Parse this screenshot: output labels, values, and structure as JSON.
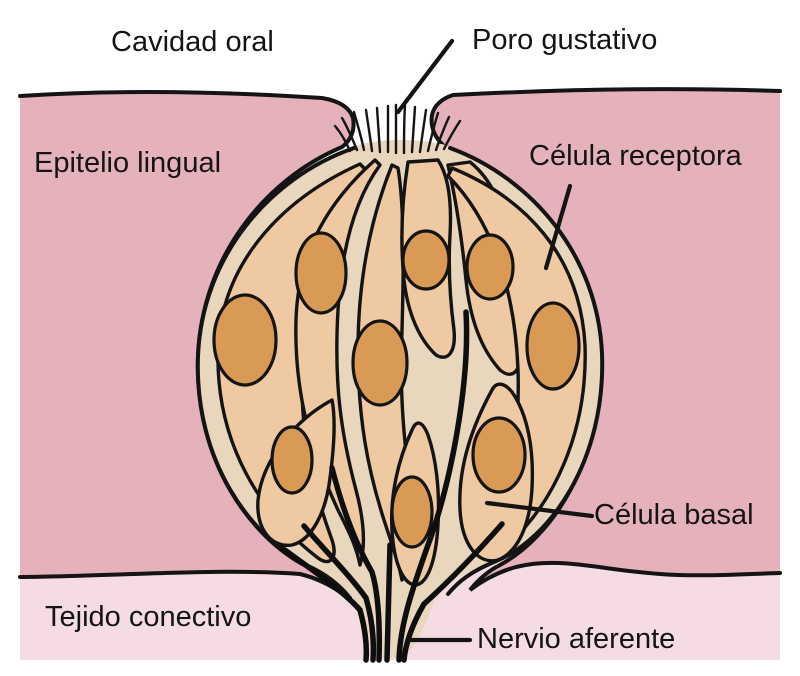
{
  "labels": {
    "cavidad_oral": "Cavidad oral",
    "poro_gustativo": "Poro gustativo",
    "epitelio_lingual": "Epitelio lingual",
    "celula_receptora": "Célula receptora",
    "celula_basal": "Célula basal",
    "tejido_conectivo": "Tejido conectivo",
    "nervio_aferente": "Nervio aferente"
  },
  "colors": {
    "background": "#ffffff",
    "epithelium_pink": "#e5b1bb",
    "connective_pink": "#f4dce2",
    "bud_matrix_tan": "#e8d6bd",
    "cell_tan": "#eec9a2",
    "nucleus_orange": "#d89a55",
    "halo_light": "#f2e9e3",
    "outline_black": "#141414"
  },
  "figure": {
    "label_count": 7
  }
}
